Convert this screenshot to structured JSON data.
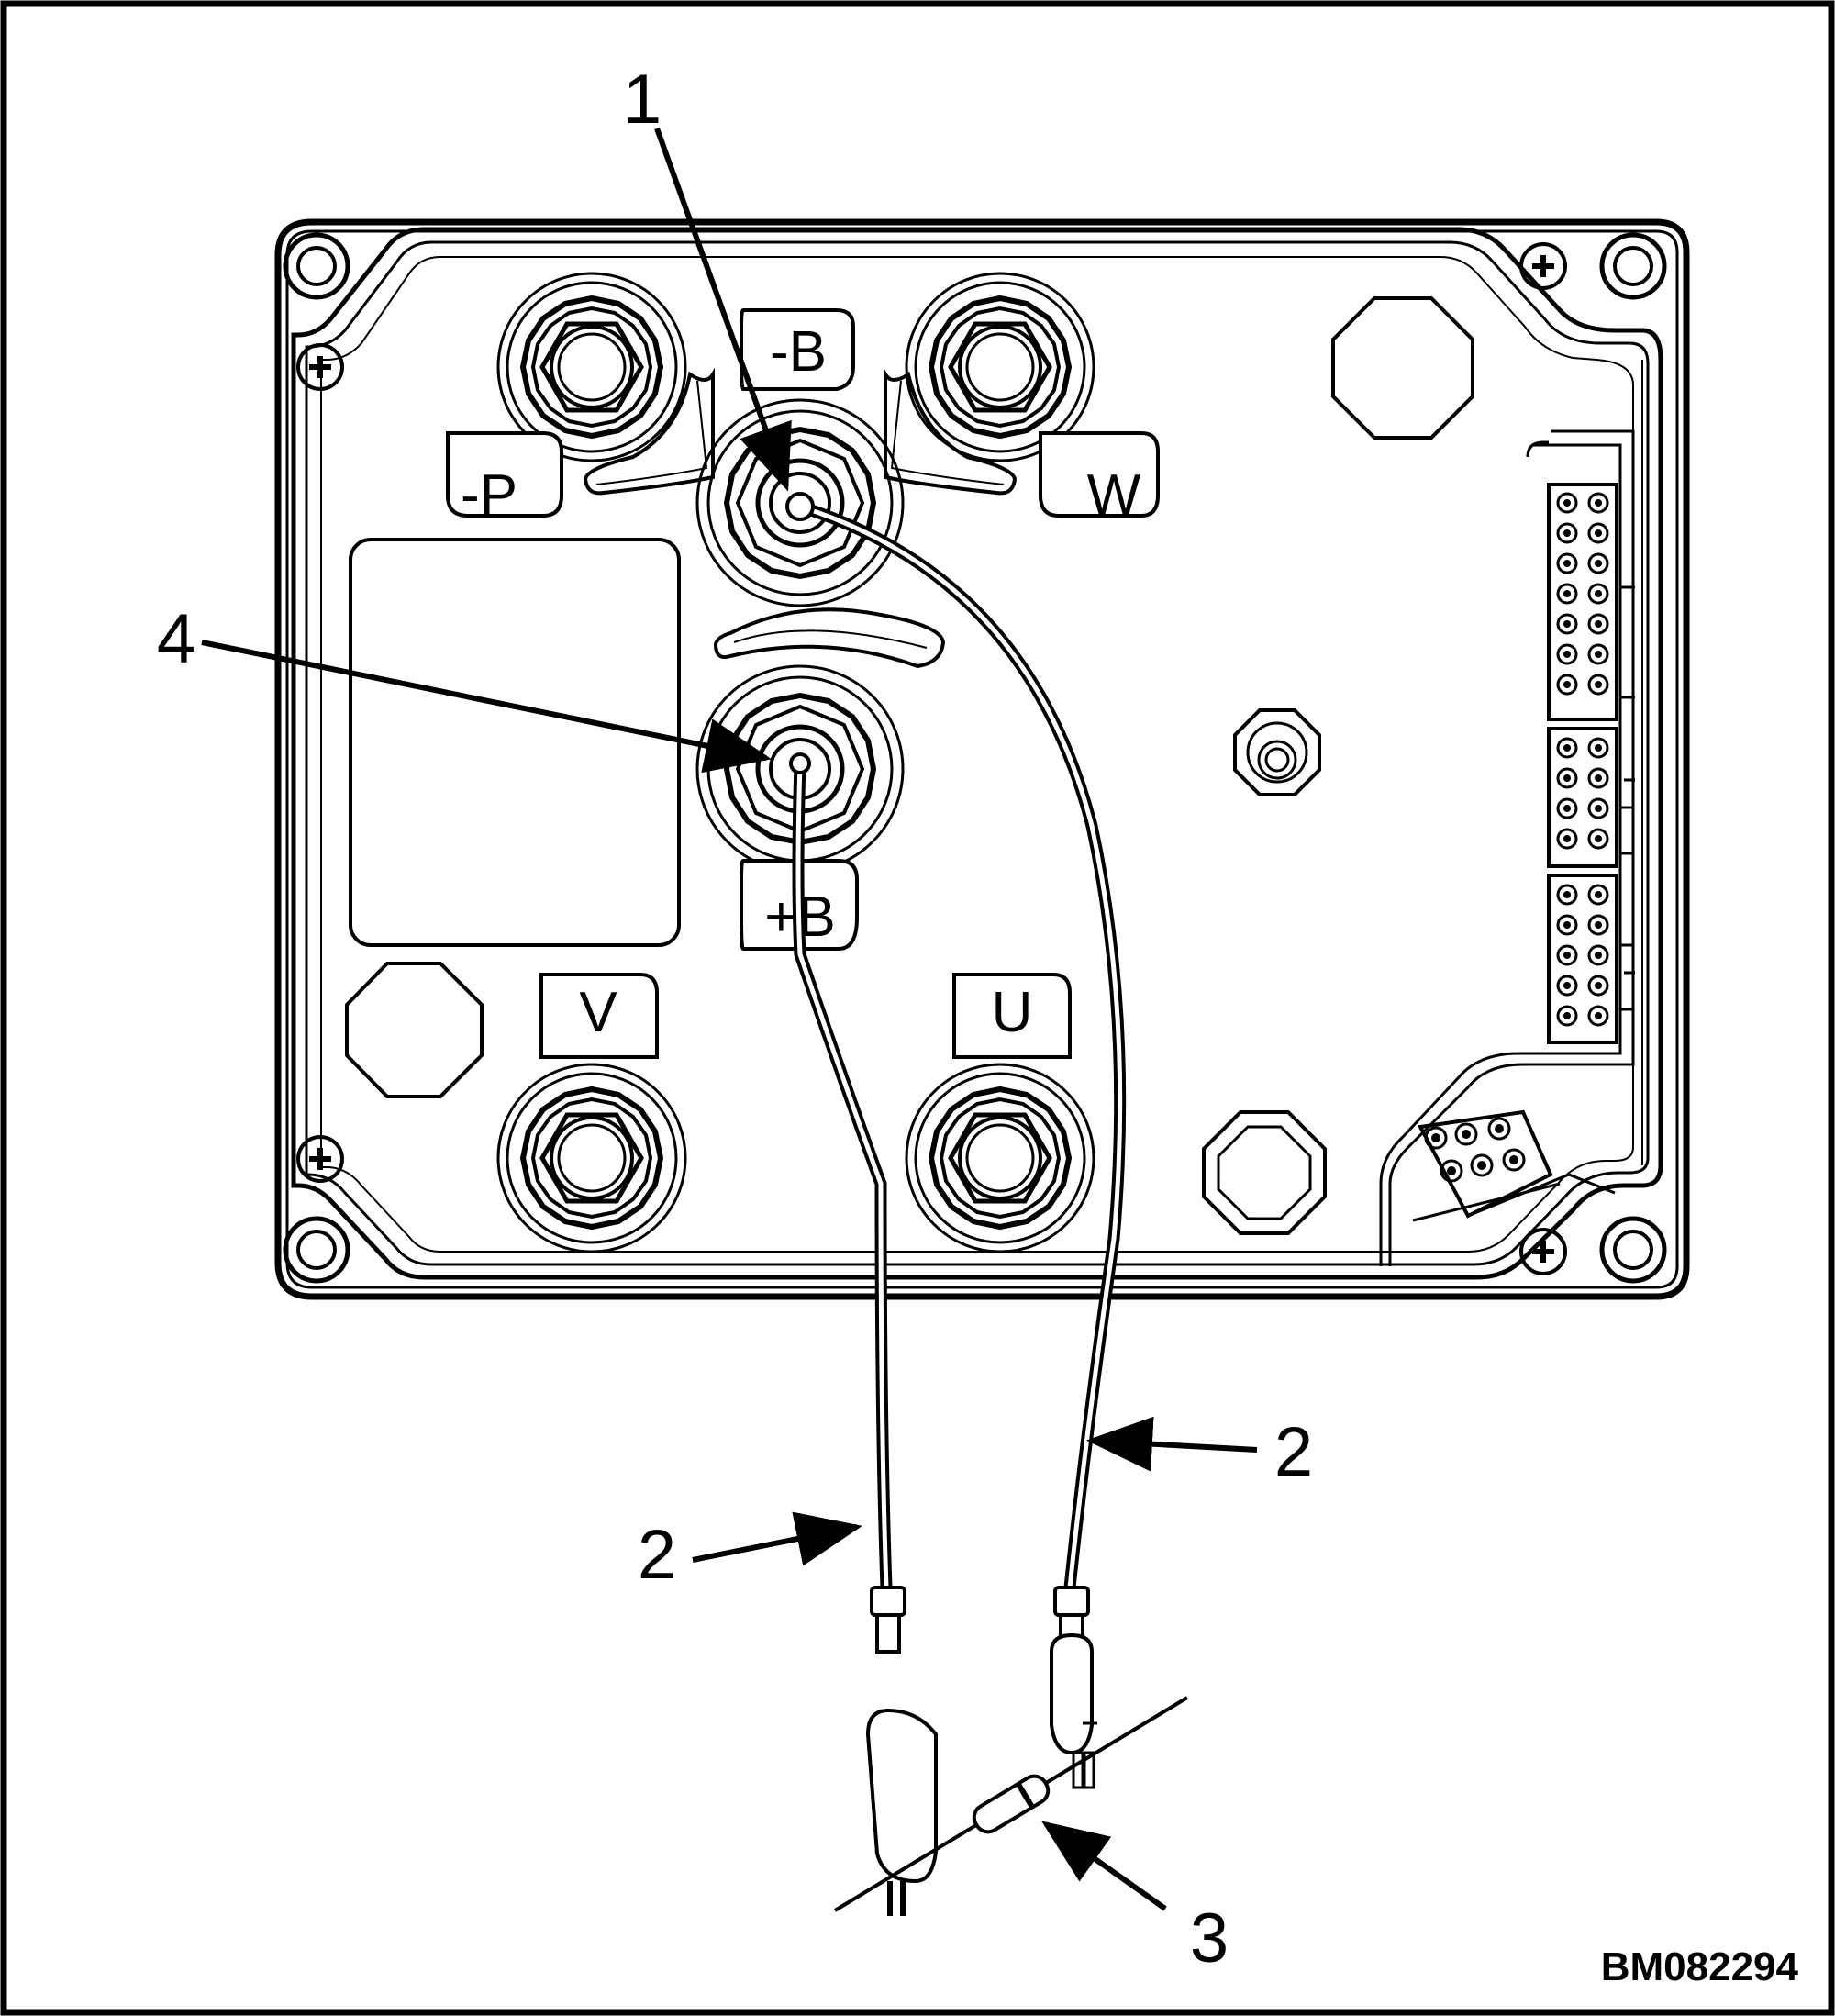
{
  "terminals": {
    "neg_p": "-P",
    "neg_b": "-B",
    "w": "W",
    "pos_b": "+B",
    "v": "V",
    "u": "U"
  },
  "callouts": {
    "c1": "1",
    "c2_right": "2",
    "c2_left": "2",
    "c3": "3",
    "c4": "4"
  },
  "figure_id": "BM082294"
}
